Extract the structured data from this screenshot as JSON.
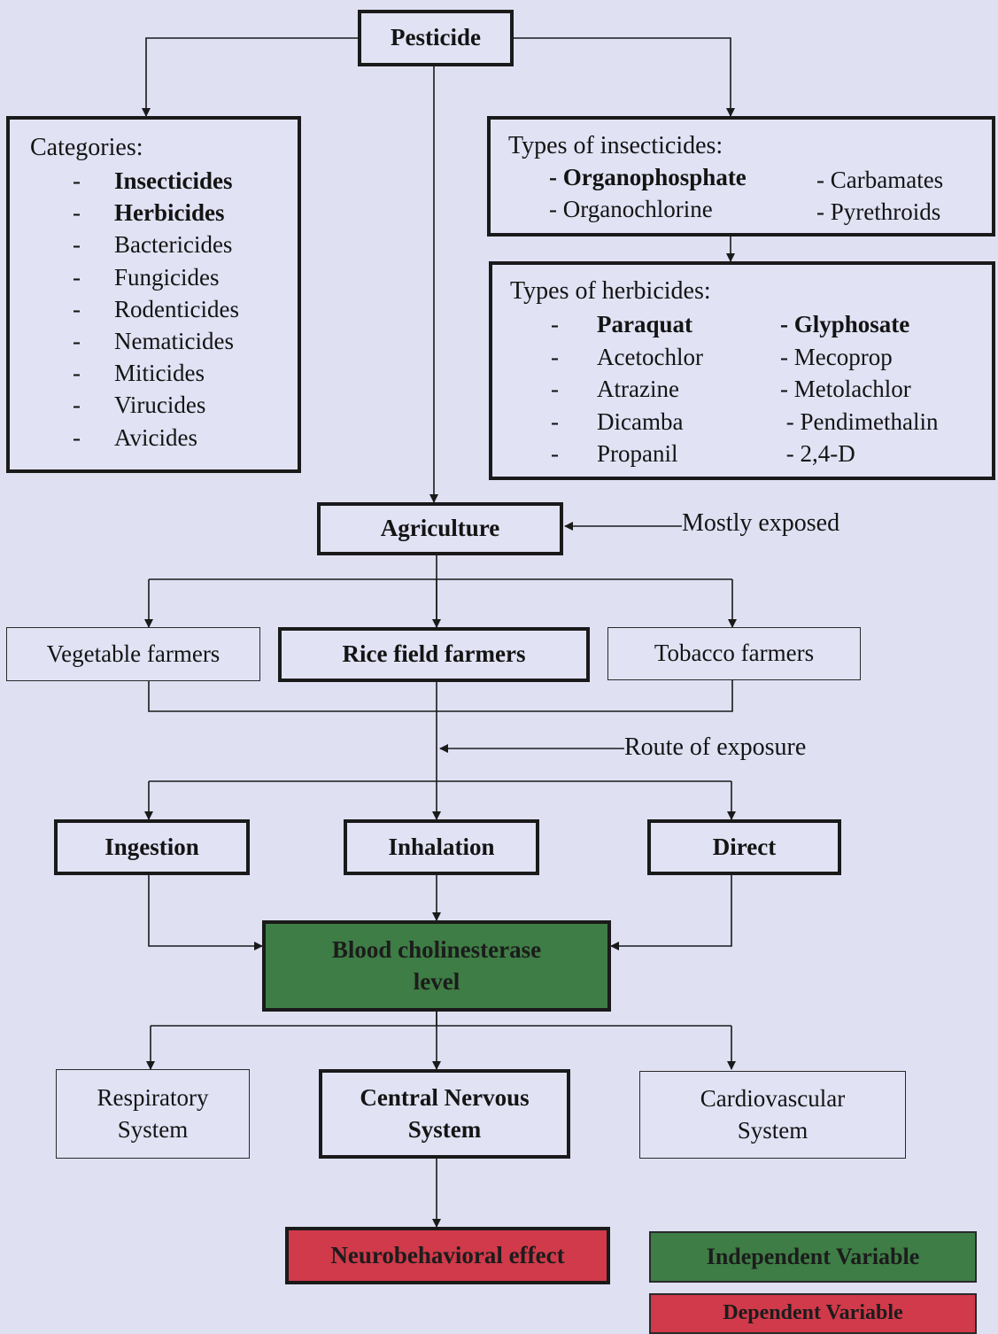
{
  "top": {
    "pesticide": "Pesticide"
  },
  "categories": {
    "title": "Categories:",
    "items": [
      {
        "text": "Insecticides",
        "bold": true
      },
      {
        "text": "Herbicides",
        "bold": true
      },
      {
        "text": "Bactericides",
        "bold": false
      },
      {
        "text": "Fungicides",
        "bold": false
      },
      {
        "text": "Rodenticides",
        "bold": false
      },
      {
        "text": "Nematicides",
        "bold": false
      },
      {
        "text": "Miticides",
        "bold": false
      },
      {
        "text": "Virucides",
        "bold": false
      },
      {
        "text": "Avicides",
        "bold": false
      }
    ]
  },
  "insecticides": {
    "title": "Types of insecticides:",
    "left": [
      {
        "text": "- Organophosphate",
        "bold": true
      },
      {
        "text": "- Organochlorine",
        "bold": false
      }
    ],
    "right": [
      {
        "text": "- Carbamates",
        "bold": false
      },
      {
        "text": "- Pyrethroids",
        "bold": false
      }
    ]
  },
  "herbicides": {
    "title": "Types of herbicides:",
    "left": [
      {
        "text": "Paraquat",
        "bold": true
      },
      {
        "text": "Acetochlor",
        "bold": false
      },
      {
        "text": "Atrazine",
        "bold": false
      },
      {
        "text": "Dicamba",
        "bold": false
      },
      {
        "text": "Propanil",
        "bold": false
      }
    ],
    "right": [
      {
        "text": "- Glyphosate",
        "bold": true
      },
      {
        "text": "- Mecoprop",
        "bold": false
      },
      {
        "text": "- Metolachlor",
        "bold": false
      },
      {
        "text": " - Pendimethalin",
        "bold": false
      },
      {
        "text": " - 2,4-D",
        "bold": false
      }
    ]
  },
  "agriculture": {
    "label": "Agriculture",
    "note": "Mostly exposed"
  },
  "farmers": {
    "vegetable": "Vegetable farmers",
    "rice": "Rice field farmers",
    "tobacco": "Tobacco farmers"
  },
  "route": {
    "note": "Route of exposure",
    "ingestion": "Ingestion",
    "inhalation": "Inhalation",
    "direct": "Direct"
  },
  "blood": {
    "line1": "Blood cholinesterase",
    "line2": "level"
  },
  "systems": {
    "respiratory": {
      "line1": "Respiratory",
      "line2": "System"
    },
    "cns": {
      "line1": "Central Nervous",
      "line2": "System"
    },
    "cardio": {
      "line1": "Cardiovascular",
      "line2": "System"
    }
  },
  "outcome": {
    "label": "Neurobehavioral effect"
  },
  "legend": {
    "independent": "Independent Variable",
    "dependent": "Dependent Variable"
  },
  "colors": {
    "independent": "#3e7d45",
    "dependent": "#d03a4a",
    "background": "#dfe0f2"
  }
}
